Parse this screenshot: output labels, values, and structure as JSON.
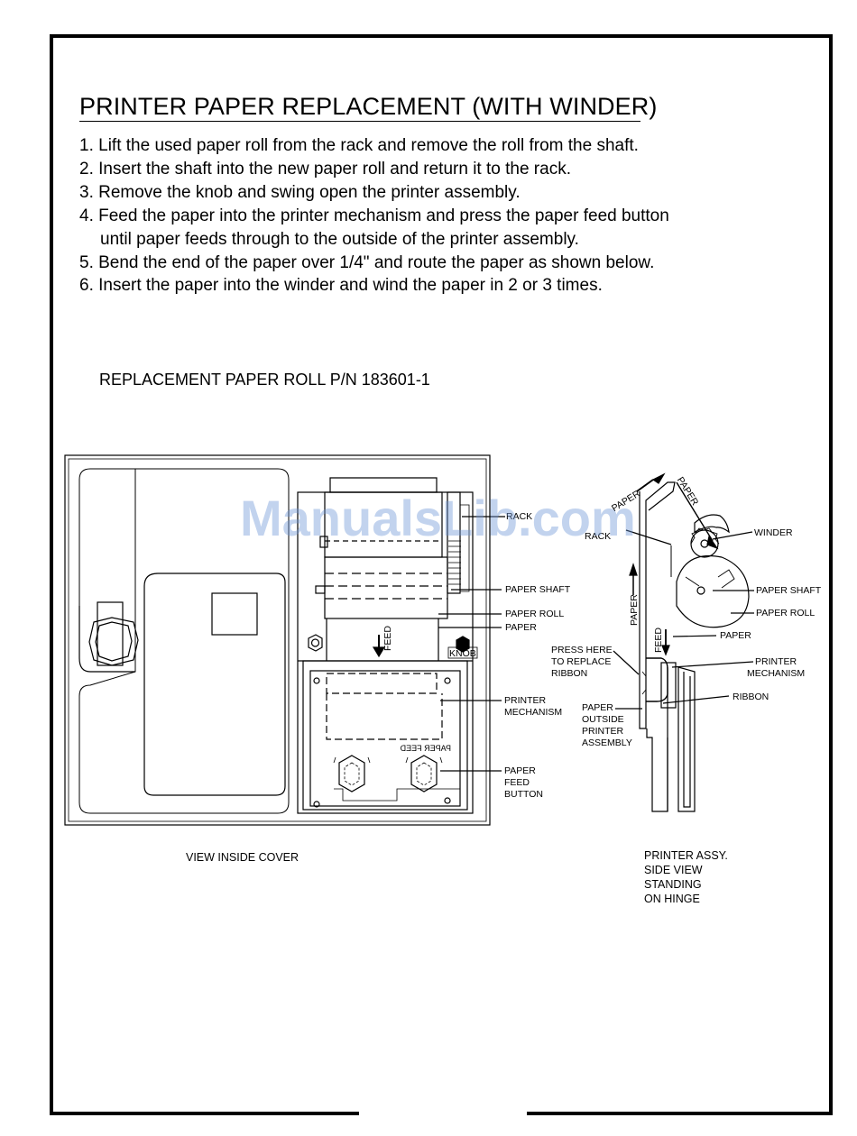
{
  "document": {
    "title": "PRINTER PAPER REPLACEMENT (WITH WINDER)",
    "steps": [
      "1. Lift the used paper roll from the rack and remove the roll from the shaft.",
      "2. Insert the shaft into the new paper roll and return it to the rack.",
      "3. Remove the knob and swing open the printer assembly.",
      "4. Feed the paper into the printer mechanism and press the paper feed button",
      "until paper feeds through to the outside of the printer assembly.",
      "5. Bend the end of the paper over 1/4\" and route the paper as shown below.",
      "6. Insert the paper into the winder and wind the paper in 2 or 3 times."
    ],
    "replacement": "REPLACEMENT PAPER ROLL P/N 183601-1"
  },
  "left_view": {
    "caption": "VIEW INSIDE COVER",
    "labels": {
      "rack": "RACK",
      "paper_shaft": "PAPER SHAFT",
      "paper_roll": "PAPER ROLL",
      "paper": "PAPER",
      "knob": "KNOB",
      "feed": "FEED",
      "printer_mechanism_1": "PRINTER",
      "printer_mechanism_2": "MECHANISM",
      "paper_feed_1": "PAPER",
      "paper_feed_2": "FEED",
      "paper_feed_3": "BUTTON",
      "mirrored_button_text": "PAPER FEED"
    }
  },
  "right_view": {
    "caption_lines": [
      "PRINTER ASSY.",
      "SIDE VIEW",
      "STANDING",
      "ON HINGE"
    ],
    "labels": {
      "paper_top_left": "PAPER",
      "paper_top_right": "PAPER",
      "rack": "RACK",
      "winder": "WINDER",
      "paper_shaft": "PAPER SHAFT",
      "paper_roll": "PAPER ROLL",
      "paper_vertical": "PAPER",
      "feed_vertical": "FEED",
      "paper": "PAPER",
      "press_here": [
        "PRESS HERE",
        "TO REPLACE",
        "RIBBON"
      ],
      "printer_mechanism": [
        "PRINTER",
        "MECHANISM"
      ],
      "ribbon": "RIBBON",
      "paper_outside": [
        "PAPER",
        "OUTSIDE",
        "PRINTER",
        "ASSEMBLY"
      ]
    }
  },
  "watermark": "ManualsLib.com"
}
